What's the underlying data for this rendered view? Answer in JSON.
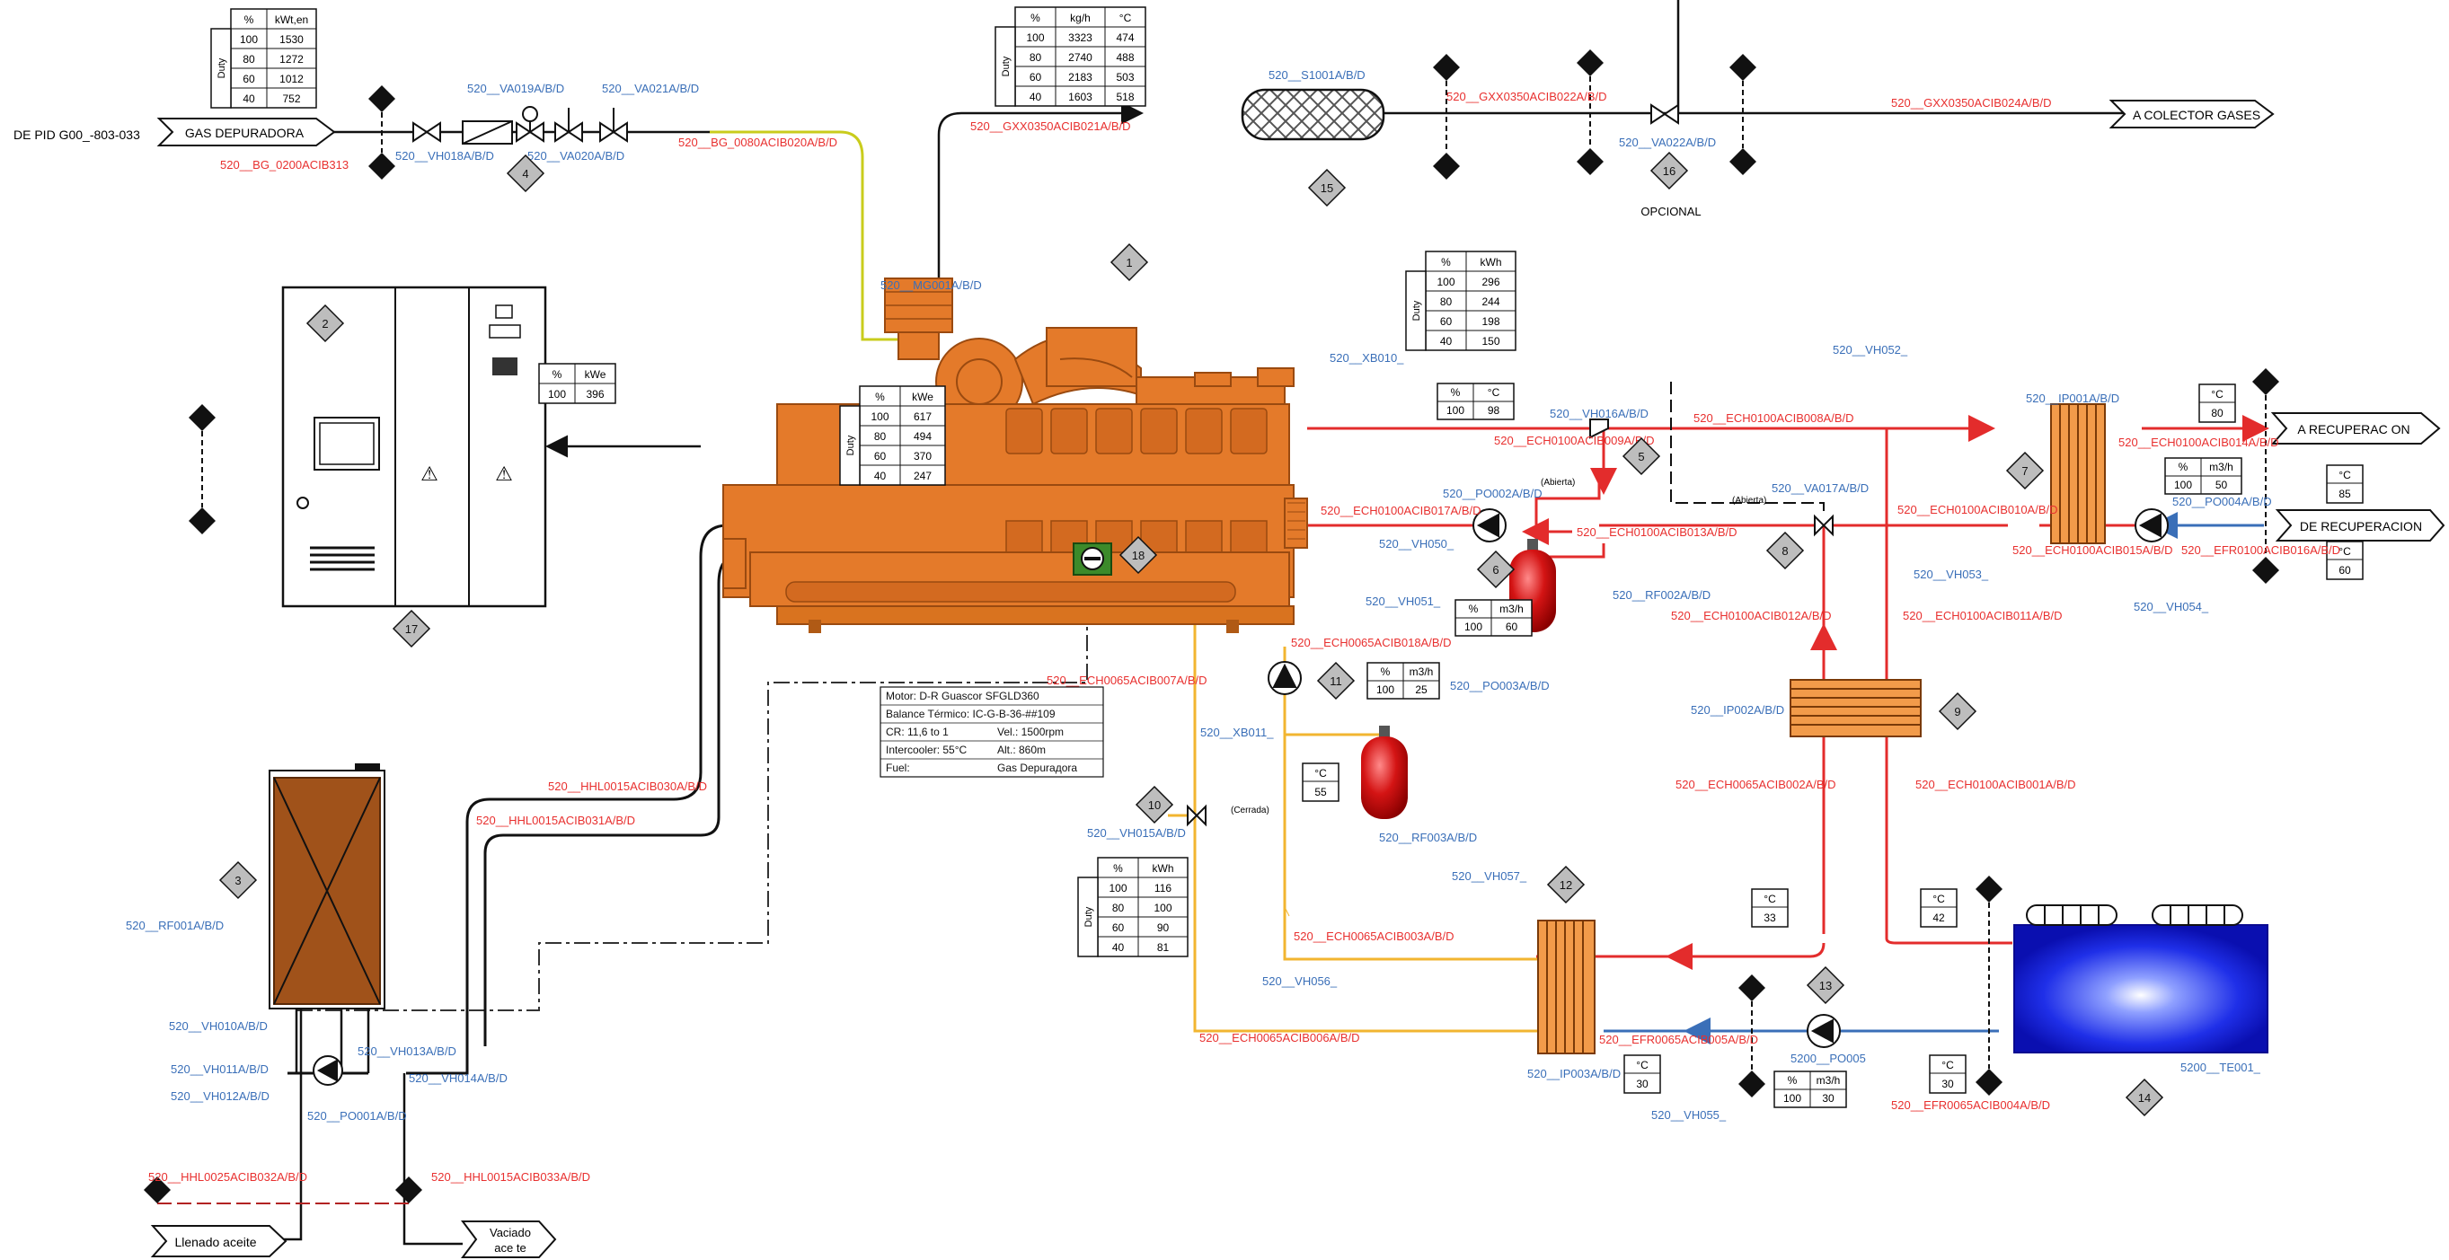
{
  "gas_inlet": {
    "source": "DE PID G00_-803-033",
    "name": "GAS DEPURADORA"
  },
  "gas_outlet": {
    "name": "A COLECTOR GASES",
    "optional": "OPCIONAL"
  },
  "recovery": {
    "out": "A RECUPERAC ON",
    "in": "DE RECUPERACION"
  },
  "oil": {
    "fill": "Llenado aceite",
    "drain_1": "Vaciado",
    "drain_2": "ace te"
  },
  "engine": {
    "tag": "520__MG001A/B/D",
    "specs": [
      {
        "k": "Motor: D-R Guascor SFGLD360",
        "v": ""
      },
      {
        "k": "Balance Térmico: IC-G-B-36-##109",
        "v": ""
      },
      {
        "k": "CR: 11,6 to 1",
        "v": "Vel.: 1500rpm"
      },
      {
        "k": "Intercooler: 55°C",
        "v": "Alt.: 860m"
      },
      {
        "k": "Fuel:",
        "v": "Gas Depurадora"
      }
    ]
  },
  "tables": {
    "gas_in": {
      "head": [
        "%",
        "kWt,en"
      ],
      "side": "Duty",
      "rows": [
        [
          "100",
          "1530"
        ],
        [
          "80",
          "1272"
        ],
        [
          "60",
          "1012"
        ],
        [
          "40",
          "752"
        ]
      ]
    },
    "exhaust": {
      "head": [
        "%",
        "kg/h",
        "°C"
      ],
      "side": "Duty",
      "rows": [
        [
          "100",
          "3323",
          "474"
        ],
        [
          "80",
          "2740",
          "488"
        ],
        [
          "60",
          "2183",
          "503"
        ],
        [
          "40",
          "1603",
          "518"
        ]
      ]
    },
    "electric": {
      "head": [
        "%",
        "kWe"
      ],
      "side": "",
      "rows": [
        [
          "100",
          "396"
        ]
      ]
    },
    "engine_kwe": {
      "head": [
        "%",
        "kWe"
      ],
      "side": "Duty",
      "rows": [
        [
          "100",
          "617"
        ],
        [
          "80",
          "494"
        ],
        [
          "60",
          "370"
        ],
        [
          "40",
          "247"
        ]
      ]
    },
    "jacket_kwh": {
      "head": [
        "%",
        "kWh"
      ],
      "side": "Duty",
      "rows": [
        [
          "100",
          "296"
        ],
        [
          "80",
          "244"
        ],
        [
          "60",
          "198"
        ],
        [
          "40",
          "150"
        ]
      ]
    },
    "ic_kwh": {
      "head": [
        "%",
        "kWh"
      ],
      "side": "Duty",
      "rows": [
        [
          "100",
          "116"
        ],
        [
          "80",
          "100"
        ],
        [
          "60",
          "90"
        ],
        [
          "40",
          "81"
        ]
      ]
    },
    "t_98": {
      "head": [
        "%",
        "°C"
      ],
      "rows": [
        [
          "100",
          "98"
        ]
      ]
    },
    "po002": {
      "head": [
        "%",
        "m3/h"
      ],
      "rows": [
        [
          "100",
          "60"
        ]
      ]
    },
    "po003": {
      "head": [
        "%",
        "m3/h"
      ],
      "rows": [
        [
          "100",
          "25"
        ]
      ]
    },
    "po004": {
      "head": [
        "%",
        "m3/h"
      ],
      "rows": [
        [
          "100",
          "50"
        ]
      ]
    },
    "po005": {
      "head": [
        "%",
        "m3/h"
      ],
      "rows": [
        [
          "100",
          "30"
        ]
      ]
    }
  },
  "temps": {
    "t80": [
      "°C",
      "80"
    ],
    "t85": [
      "°C",
      "85"
    ],
    "t60": [
      "°C",
      "60"
    ],
    "t55": [
      "°C",
      "55"
    ],
    "t33": [
      "°C",
      "33"
    ],
    "t42": [
      "°C",
      "42"
    ],
    "t30a": [
      "°C",
      "30"
    ],
    "t30b": [
      "°C",
      "30"
    ]
  },
  "tags_red": [
    "520__BG_0200ACIB313",
    "520__BG_0080ACIB020A/B/D",
    "520__GXX0350ACIB021A/B/D",
    "520__GXX0350ACIB022A/B/D",
    "520__GXX0350ACIB024A/B/D",
    "520__ECH0100ACIB009A/B/D",
    "520__ECH0100ACIB008A/B/D",
    "520__ECH0100ACIB014A/B/D",
    "520__ECH0100ACIB017A/B/D",
    "520__ECH0100ACIB013A/B/D",
    "520__ECH0100ACIB010A/B/D",
    "520__ECH0100ACIB015A/B/D",
    "520__EFR0100ACIB016A/B/D",
    "520__ECH0100ACIB012A/B/D",
    "520__ECH0100ACIB011A/B/D",
    "520__ECH0065ACIB018A/B/D",
    "520__ECH0065ACIB007A/B/D",
    "520__ECH0065ACIB002A/B/D",
    "520__ECH0100ACIB001A/B/D",
    "520__HHL0015ACIB030A/B/D",
    "520__HHL0015ACIB031A/B/D",
    "520__ECH0065ACIB003A/B/D",
    "520__ECH0065ACIB006A/B/D",
    "520__EFR0065ACIB005A/B/D",
    "520__EFR0065ACIB004A/B/D",
    "520__HHL0025ACIB032A/B/D",
    "520__HHL0015ACIB033A/B/D"
  ],
  "tags_blue": [
    "520__VA019A/B/D",
    "520__VA021A/B/D",
    "520__VH018A/B/D",
    "520__VA020A/B/D",
    "520__S1001A/B/D",
    "520__VA022A/B/D",
    "520__XB010_",
    "520__VH052_",
    "520__VH016A/B/D",
    "520__IP001A/B/D",
    "520__PO002A/B/D",
    "520__VA017A/B/D",
    "520__PO004A/B/D",
    "520__VH050_",
    "520__VH051_",
    "520__RF002A/B/D",
    "520__VH053_",
    "520__VH054_",
    "520__PO003A/B/D",
    "520__IP002A/B/D",
    "520__XB011_",
    "520__RF003A/B/D",
    "520__VH015A/B/D",
    "520__VH057_",
    "520__VH056_",
    "520__IP003A/B/D",
    "520__VH055_",
    "5200__PO005",
    "5200__TE001_",
    "520__RF001A/B/D",
    "520__VH010A/B/D",
    "520__VH011A/B/D",
    "520__VH012A/B/D",
    "520__VH013A/B/D",
    "520__VH014A/B/D",
    "520__PO001A/B/D"
  ],
  "numbers": [
    "1",
    "2",
    "3",
    "4",
    "5",
    "6",
    "7",
    "8",
    "9",
    "10",
    "11",
    "12",
    "13",
    "14",
    "15",
    "16",
    "17",
    "18"
  ],
  "small_notes": [
    "(Abierta)",
    "(Abierta)",
    "(Cerrada)"
  ]
}
